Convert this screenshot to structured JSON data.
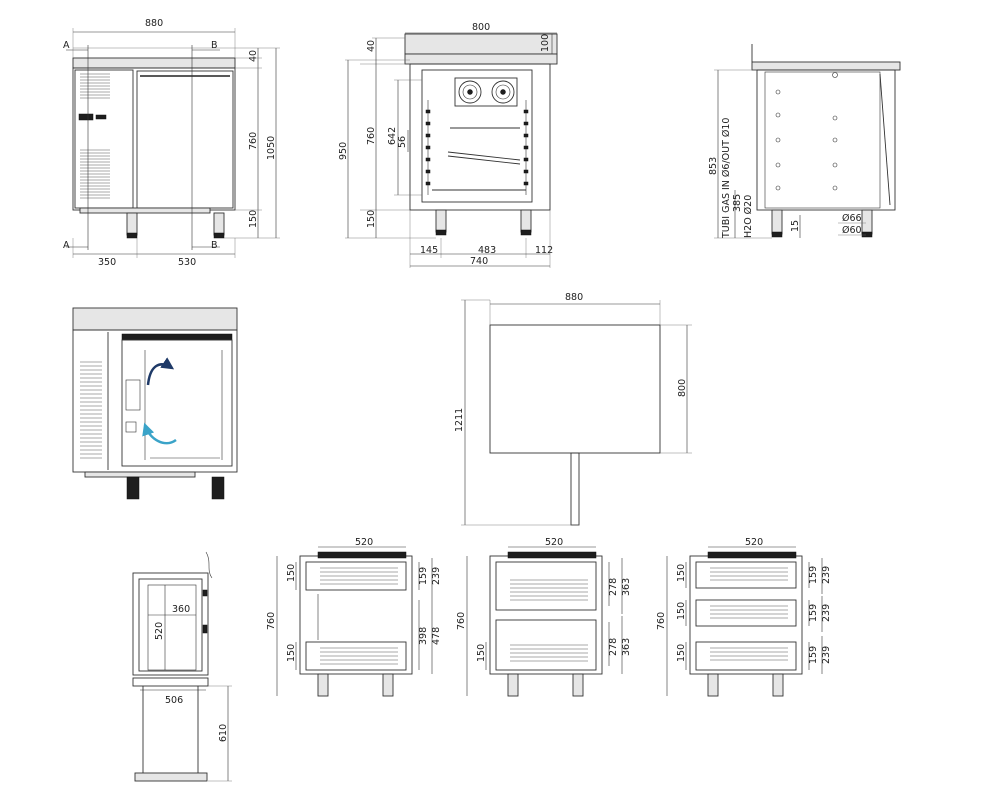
{
  "colors": {
    "line": "#333333",
    "arrow_out": "#1f3a68",
    "arrow_in": "#3aa3c8",
    "panel_fill": "#e6e6e6",
    "dark": "#1e1e1e"
  },
  "front_view": {
    "width": "880",
    "top_thickness": "40",
    "body_height": "760",
    "total_height": "1050",
    "leg_height": "150",
    "left_part": "350",
    "right_part": "530",
    "section_a": "A",
    "section_b": "B"
  },
  "side_section": {
    "depth": "800",
    "backsplash": "100",
    "top": "40",
    "total_height": "950",
    "body_height": "760",
    "interior_height": "642",
    "shelf_pitch": "56",
    "leg_height": "150",
    "dim_left": "145",
    "dim_mid": "483",
    "dim_right": "112",
    "dim_total": "740"
  },
  "rear_view": {
    "height": "853",
    "gas_pipes": "TUBI GAS IN Ø6/OUT Ø10",
    "water": "H2O Ø20",
    "water_height": "385",
    "foot_height": "15",
    "dia_66": "Ø66",
    "dia_60": "Ø60"
  },
  "plan_view": {
    "width": "880",
    "depth": "800",
    "door_swing": "1211"
  },
  "interior_section": {
    "width": "360",
    "height": "520",
    "base_width": "506",
    "base_height": "610"
  },
  "drawer_configs": [
    {
      "width": "520",
      "height": "760",
      "d1": "150",
      "d2": "150",
      "r1": "159",
      "r2": "239",
      "r3": "398",
      "r4": "478"
    },
    {
      "width": "520",
      "height": "760",
      "d1": "150",
      "r1": "278",
      "r2": "363",
      "r3": "278",
      "r4": "363"
    },
    {
      "width": "520",
      "height": "760",
      "d1": "150",
      "d2": "150",
      "d3": "150",
      "r1": "159",
      "r2": "239",
      "r3": "159",
      "r4": "239",
      "r5": "159",
      "r6": "239"
    }
  ]
}
